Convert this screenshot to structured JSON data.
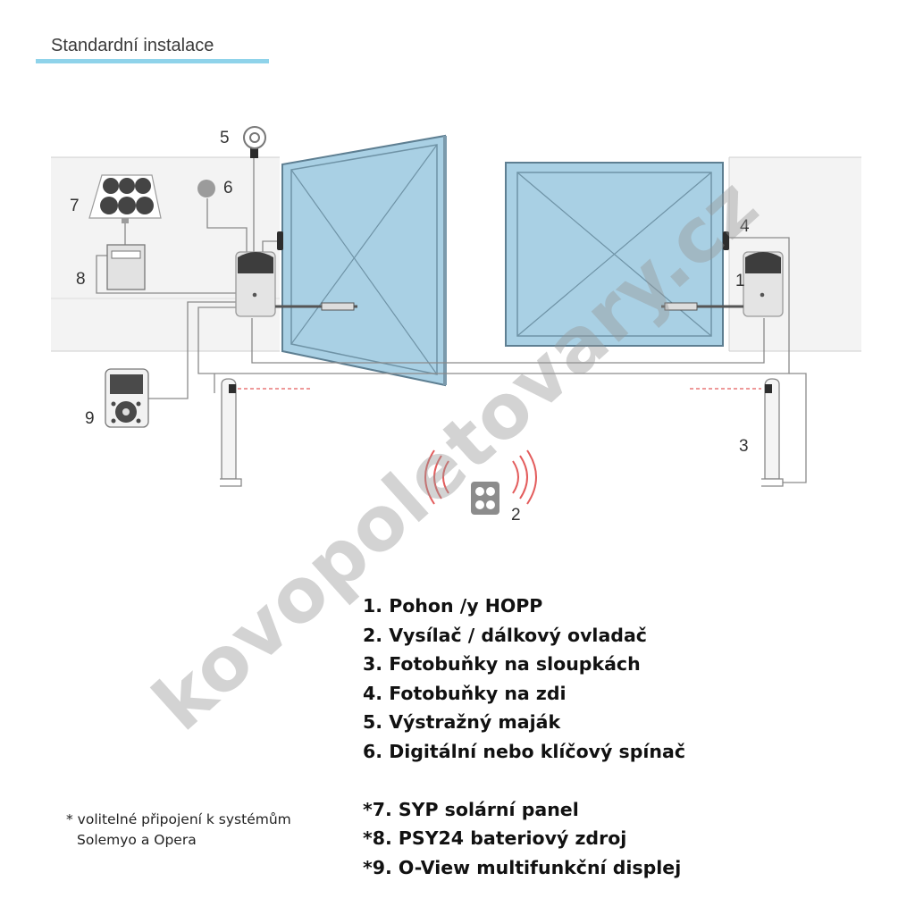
{
  "header": {
    "title": "Standardní instalace"
  },
  "callouts": [
    "1",
    "2",
    "3",
    "4",
    "5",
    "6",
    "7",
    "8",
    "9"
  ],
  "legend": {
    "items": [
      "1.  Pohon /y HOPP",
      "2.  Vysílač / dálkový ovladač",
      "3.  Fotobuňky na sloupkách",
      "4.  Fotobuňky na zdi",
      "5.  Výstražný maják",
      "6.  Digitální nebo klíčový spínač"
    ],
    "optional_items": [
      "*7. SYP solární panel",
      "*8. PSY24 bateriový zdroj",
      "*9. O-View multifunkční displej"
    ]
  },
  "footnote": {
    "line1": "* volitelné připojení k systémům",
    "line2": "Solemyo a Opera"
  },
  "watermark": "kovopoletovary.cz",
  "colors": {
    "accent": "#8fd3ea",
    "gate_fill": "#a9d0e4",
    "gate_stroke": "#5e7f92",
    "wall": "#f3f3f3",
    "wire": "#8a8a8a",
    "beam": "#e35c5c"
  }
}
